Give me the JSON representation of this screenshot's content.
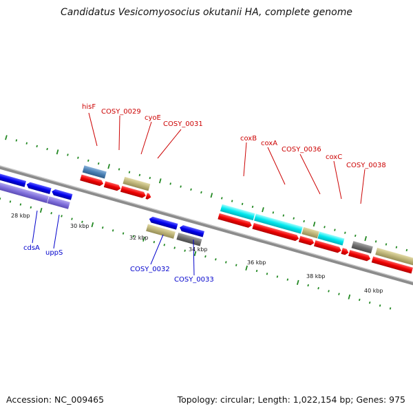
{
  "title": "Candidatus Vesicomyosocius okutanii HA, complete genome",
  "footer": {
    "accession": "Accession: NC_009465",
    "topology": "Topology: circular; Length: 1,022,154 bp; Genes: 975"
  },
  "colors": {
    "forward_label": "#cc0000",
    "reverse_label": "#0000cc",
    "tick_marks": "#228822",
    "backbone": "#888888"
  },
  "scale": {
    "labels": [
      "28 kbp",
      "30 kbp",
      "32 kbp",
      "34 kbp",
      "36 kbp",
      "38 kbp",
      "40 kbp"
    ]
  },
  "forward_labels": [
    "hisF",
    "COSY_0029",
    "cyoE",
    "COSY_0031",
    "coxB",
    "coxA",
    "COSY_0036",
    "coxC",
    "COSY_0038"
  ],
  "reverse_labels": [
    "cdsA",
    "uppS",
    "COSY_0032",
    "COSY_0033"
  ]
}
